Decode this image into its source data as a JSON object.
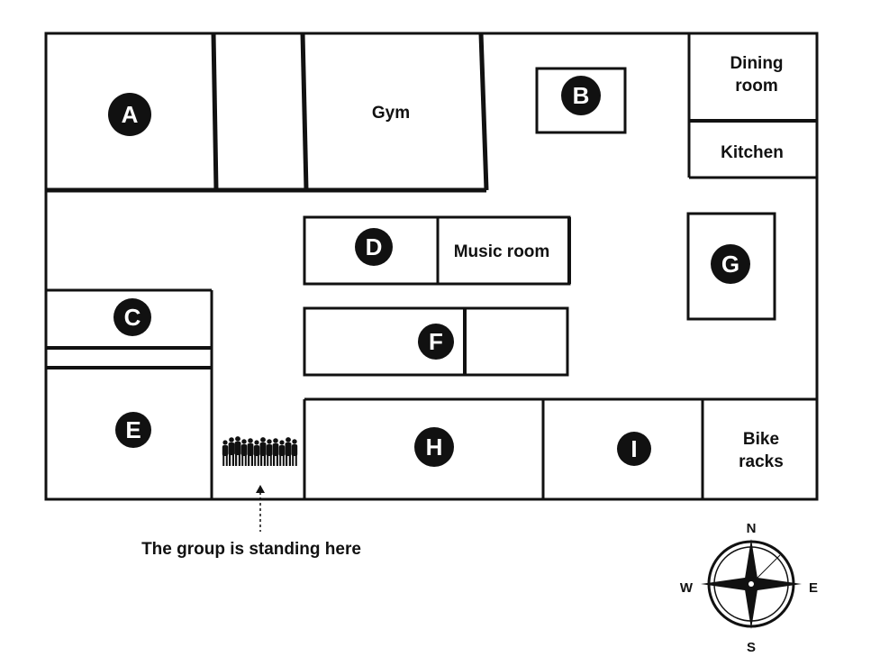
{
  "colors": {
    "line": "#111111",
    "background": "#ffffff",
    "badge": "#111111",
    "badge_text": "#ffffff"
  },
  "rooms": {
    "a": {
      "badge": "A"
    },
    "b": {
      "badge": "B"
    },
    "c": {
      "badge": "C"
    },
    "d": {
      "badge": "D"
    },
    "e": {
      "badge": "E"
    },
    "f": {
      "badge": "F"
    },
    "g": {
      "badge": "G"
    },
    "h": {
      "badge": "H"
    },
    "i": {
      "badge": "I"
    },
    "gym": {
      "label": "Gym"
    },
    "dining": {
      "line1": "Dining",
      "line2": "room"
    },
    "kitchen": {
      "label": "Kitchen"
    },
    "music": {
      "label": "Music room"
    },
    "bike": {
      "line1": "Bike",
      "line2": "racks"
    }
  },
  "group": {
    "icon": "group-of-people-icon",
    "caption": "The group is standing here"
  },
  "compass": {
    "north": "N",
    "south": "S",
    "east": "E",
    "west": "W"
  }
}
